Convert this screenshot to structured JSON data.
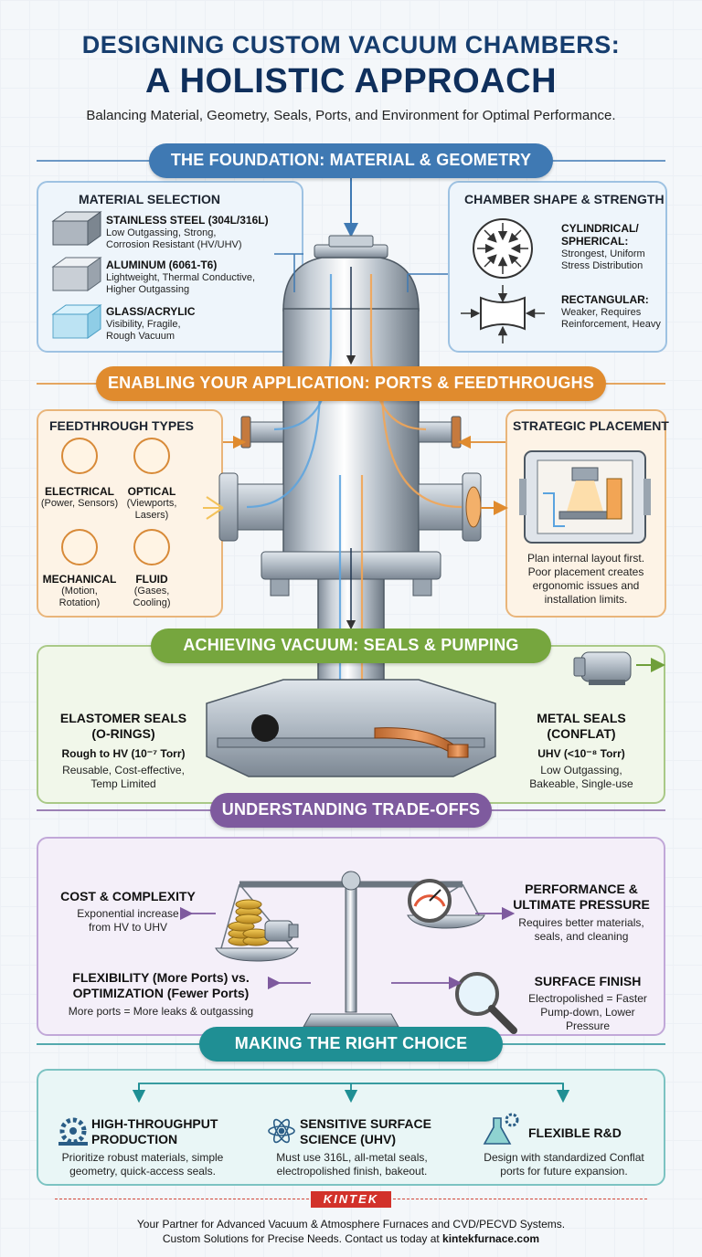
{
  "header": {
    "title_line1": "DESIGNING CUSTOM VACUUM CHAMBERS:",
    "title_line2": "A HOLISTIC APPROACH",
    "subtitle": "Balancing Material, Geometry, Seals, Ports, and Environment for Optimal Performance."
  },
  "sections": {
    "foundation": "THE FOUNDATION: MATERIAL & GEOMETRY",
    "ports": "ENABLING YOUR APPLICATION: PORTS & FEEDTHROUGHS",
    "vacuum": "ACHIEVING VACUUM: SEALS & PUMPING",
    "tradeoffs": "UNDERSTANDING TRADE-OFFS",
    "choice": "MAKING THE RIGHT CHOICE"
  },
  "material": {
    "title": "MATERIAL SELECTION",
    "items": [
      {
        "name": "STAINLESS STEEL (304L/316L)",
        "desc1": "Low Outgassing, Strong,",
        "desc2": "Corrosion Resistant (HV/UHV)"
      },
      {
        "name": "ALUMINUM (6061-T6)",
        "desc1": "Lightweight, Thermal Conductive,",
        "desc2": "Higher Outgassing"
      },
      {
        "name": "GLASS/ACRYLIC",
        "desc1": "Visibility, Fragile,",
        "desc2": "Rough Vacuum"
      }
    ]
  },
  "shape": {
    "title": "CHAMBER SHAPE & STRENGTH",
    "cyl": {
      "name1": "CYLINDRICAL/",
      "name2": "SPHERICAL:",
      "desc1": "Strongest, Uniform",
      "desc2": "Stress Distribution"
    },
    "rect": {
      "name": "RECTANGULAR:",
      "desc1": "Weaker, Requires",
      "desc2": "Reinforcement, Heavy"
    }
  },
  "feedthrough": {
    "title": "FEEDTHROUGH TYPES",
    "items": [
      {
        "name": "ELECTRICAL",
        "desc1": "(Power, Sensors)",
        "desc2": ""
      },
      {
        "name": "OPTICAL",
        "desc1": "(Viewports,",
        "desc2": "Lasers)"
      },
      {
        "name": "MECHANICAL",
        "desc1": "(Motion,",
        "desc2": "Rotation)"
      },
      {
        "name": "FLUID",
        "desc1": "(Gases,",
        "desc2": "Cooling)"
      }
    ]
  },
  "placement": {
    "title": "STRATEGIC PLACEMENT",
    "l1": "Plan internal layout first.",
    "l2": "Poor placement creates",
    "l3": "ergonomic issues and",
    "l4": "installation limits."
  },
  "seals": {
    "elastomer": {
      "n1": "ELASTOMER SEALS",
      "n2": "(O-RINGS)",
      "range": "Rough to HV (10⁻⁷ Torr)",
      "d1": "Reusable, Cost-effective,",
      "d2": "Temp Limited"
    },
    "metal": {
      "n1": "METAL SEALS",
      "n2": "(CONFLAT)",
      "range": "UHV (<10⁻⁸ Torr)",
      "d1": "Low Outgassing,",
      "d2": "Bakeable, Single-use"
    }
  },
  "tradeoffs": {
    "cost": {
      "n": "COST & COMPLEXITY",
      "d1": "Exponential increase",
      "d2": "from HV to UHV"
    },
    "perf": {
      "n1": "PERFORMANCE &",
      "n2": "ULTIMATE PRESSURE",
      "d1": "Requires better materials,",
      "d2": "seals, and cleaning"
    },
    "flex": {
      "n1": "FLEXIBILITY (More Ports) vs.",
      "n2": "OPTIMIZATION (Fewer Ports)",
      "d": "More ports = More leaks & outgassing"
    },
    "surface": {
      "n": "SURFACE FINISH",
      "d1": "Electropolished = Faster",
      "d2": "Pump-down, Lower Pressure"
    }
  },
  "choices": [
    {
      "n1": "HIGH-THROUGHPUT",
      "n2": "PRODUCTION",
      "d1": "Prioritize robust materials, simple",
      "d2": "geometry, quick-access seals."
    },
    {
      "n1": "SENSITIVE SURFACE",
      "n2": "SCIENCE (UHV)",
      "d1": "Must use 316L, all-metal seals,",
      "d2": "electropolished finish, bakeout."
    },
    {
      "n1": "FLEXIBLE R&D",
      "n2": "",
      "d1": "Design with standardized Conflat",
      "d2": "ports for future expansion."
    }
  ],
  "footer": {
    "brand": "KINTEK",
    "l1": "Your Partner for Advanced Vacuum & Atmosphere Furnaces and CVD/PECVD Systems.",
    "l2a": "Custom Solutions for Precise Needs. Contact us today at ",
    "l2b": "kintekfurnace.com"
  },
  "colors": {
    "blue": "#2f6fa8",
    "orange": "#e08b2e",
    "green": "#6f9f3a",
    "purple": "#7e5a9e",
    "teal": "#1f8f94"
  }
}
